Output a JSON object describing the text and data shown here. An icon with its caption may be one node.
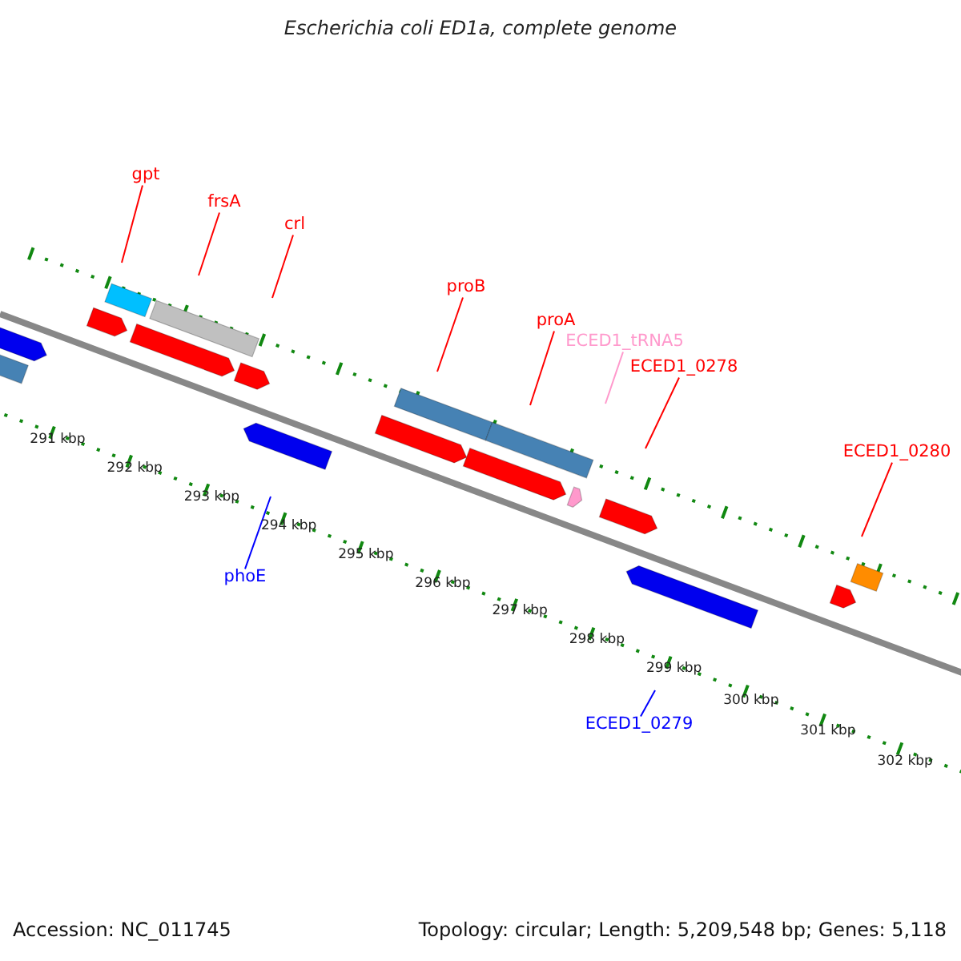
{
  "diagram": {
    "title": "Escherichia coli ED1a, complete genome",
    "nodes": [
      {
        "text": [
          "gpt"
        ]
      },
      {
        "text": [
          "frsA"
        ]
      },
      {
        "text": [
          "crl"
        ]
      },
      {
        "text": [
          "proB"
        ]
      },
      {
        "text": [
          "proA"
        ]
      },
      {
        "text": [
          "ECED1_tRNA5"
        ]
      },
      {
        "text": [
          "ECED1_0278"
        ]
      },
      {
        "text": [
          "ECED1_0280"
        ]
      },
      {
        "text": [
          "phoE"
        ]
      },
      {
        "text": [
          "ECED1_0279"
        ]
      }
    ],
    "edges": [
      {
        "from": 0,
        "to": null,
        "arrow": "none"
      },
      {
        "from": 1,
        "to": null,
        "arrow": "none"
      },
      {
        "from": 2,
        "to": null,
        "arrow": "none"
      },
      {
        "from": 3,
        "to": null,
        "arrow": "none"
      },
      {
        "from": 4,
        "to": null,
        "arrow": "none"
      },
      {
        "from": 5,
        "to": null,
        "arrow": "none",
        "color": "#ff99cc"
      },
      {
        "from": 6,
        "to": null,
        "arrow": "none"
      },
      {
        "from": 7,
        "to": null,
        "arrow": "none"
      },
      {
        "from": 8,
        "to": null,
        "arrow": "none",
        "color": "#0000ff"
      },
      {
        "from": 9,
        "to": null,
        "arrow": "none",
        "color": "#0000ff"
      }
    ],
    "labels": [
      "291 kbp",
      "292 kbp",
      "293 kbp",
      "294 kbp",
      "295 kbp",
      "296 kbp",
      "297 kbp",
      "298 kbp",
      "299 kbp",
      "300 kbp",
      "301 kbp",
      "302 kbp",
      "Accession: NC_011745",
      "Topology: circular; Length: 5,209,548 bp; Genes: 5,118"
    ]
  }
}
